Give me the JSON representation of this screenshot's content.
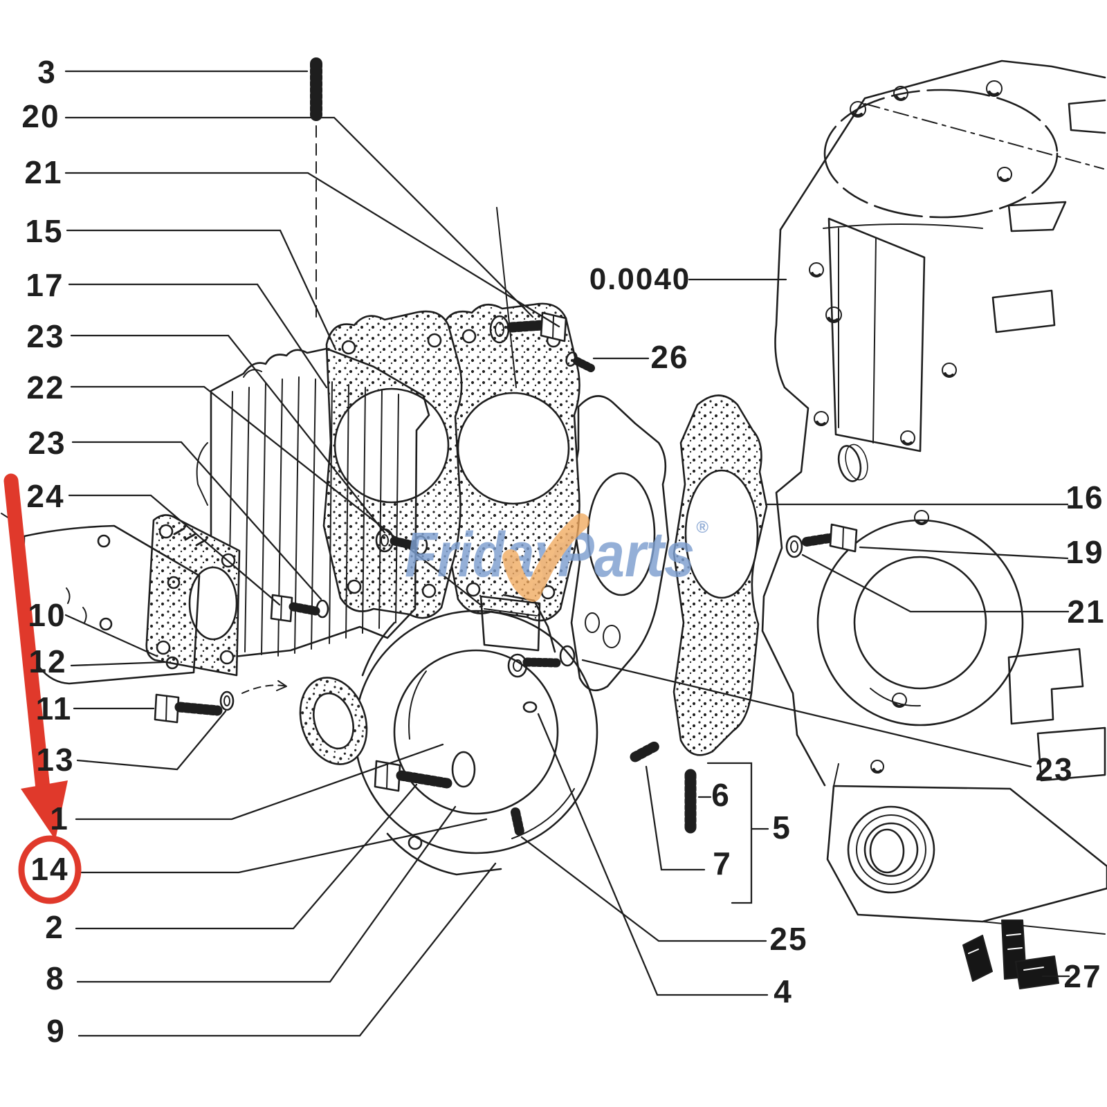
{
  "figure": {
    "kind": "exploded-parts-diagram",
    "subject": "engine timing gear housing, covers, gaskets and fasteners"
  },
  "labels": {
    "left": [
      "3",
      "20",
      "21",
      "15",
      "17",
      "23",
      "22",
      "23",
      "24",
      "10",
      "12",
      "11",
      "13",
      "1",
      "14",
      "2",
      "8",
      "9"
    ],
    "right": [
      "0.0040",
      "26",
      "16",
      "19",
      "21",
      "23",
      "6",
      "5",
      "7",
      "25",
      "4",
      "27"
    ]
  },
  "highlight": {
    "circled_value": "14",
    "arrow_color": "#e0392b"
  },
  "watermark": {
    "text_left": "Friday",
    "text_right": "Parts",
    "registered_mark": "®",
    "text_color": "#7d9ecf",
    "check_color": "#f0a95e"
  },
  "colors": {
    "ink": "#1e1e1e",
    "paper": "#ffffff"
  }
}
